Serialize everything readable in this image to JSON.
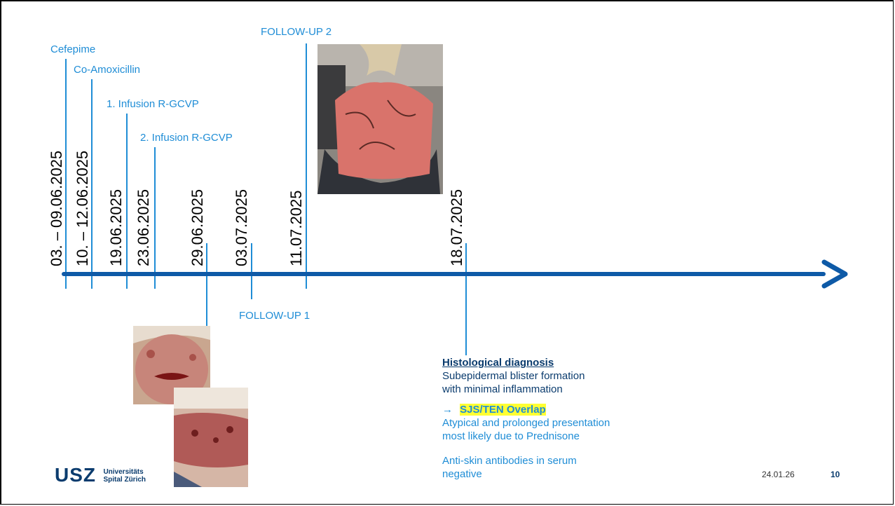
{
  "slide": {
    "drugs": {
      "cefepime": "Cefepime",
      "coamox": "Co-Amoxicillin",
      "infusion1": "1. Infusion R-GCVP",
      "infusion2": "2. Infusion R-GCVP"
    },
    "followup1": "FOLLOW-UP 1",
    "followup2": "FOLLOW-UP 2",
    "dates": [
      "03. – 09.06.2025",
      "10. – 12.06.2025",
      "19.06.2025",
      "23.06.2025",
      "29.06.2025",
      "03.07.2025",
      "11.07.2025",
      "18.07.2025"
    ],
    "diagnosis": {
      "title": "Histological diagnosis",
      "line1": "Subepidermal blister formation",
      "line2": "with minimal inflammation",
      "arrow": "→",
      "highlight": "SJS/TEN Overlap",
      "line3": "Atypical and prolonged presentation",
      "line4": "most likely due to Prednisone",
      "line5": "Anti-skin antibodies in serum",
      "line6": "negative"
    },
    "footer": {
      "logo_text": "USZ",
      "logo_sub1": "Universitäts",
      "logo_sub2": "Spital Zürich",
      "date": "24.01.26",
      "page": "10"
    }
  },
  "colors": {
    "accent": "#1f8dd6",
    "axis": "#0e5aa7",
    "title": "#0b3c6e",
    "highlight": "#ffff33"
  }
}
